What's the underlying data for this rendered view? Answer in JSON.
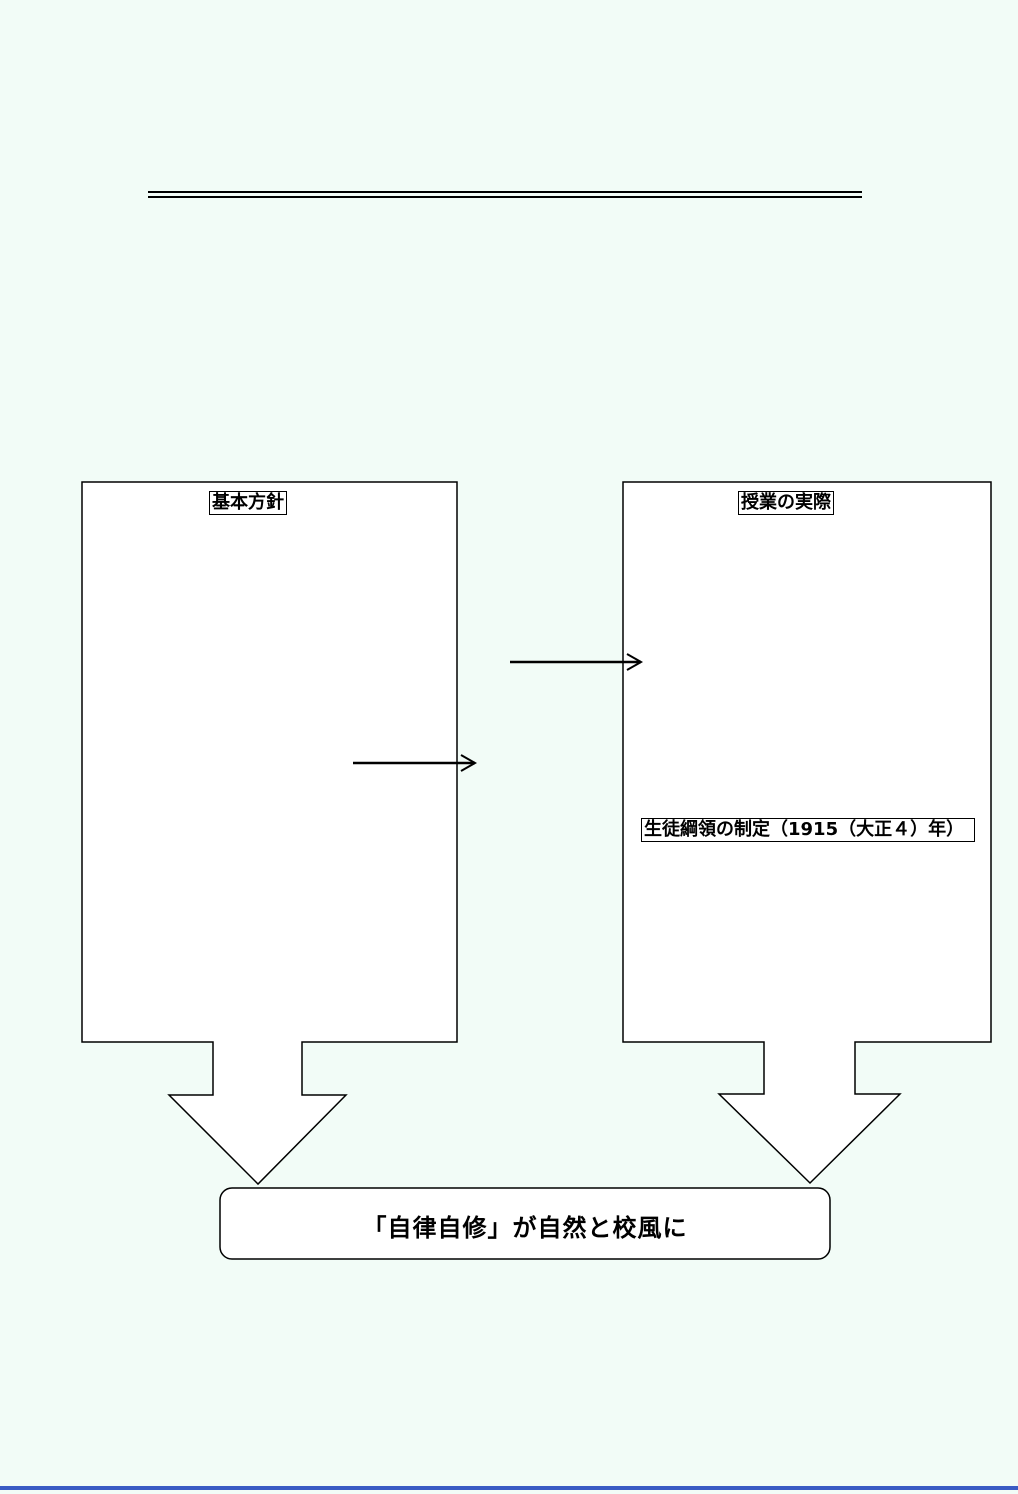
{
  "left_panel": {
    "label": "基本方針"
  },
  "right_panel": {
    "label": "授業の実際",
    "sublabel": "生徒綱領の制定（1915（大正４）年）"
  },
  "result": {
    "text": "「自律自修」が自然と校風に"
  },
  "colors": {
    "background": "#f2fcf7",
    "bottom_bar": "#3a5bc4"
  }
}
